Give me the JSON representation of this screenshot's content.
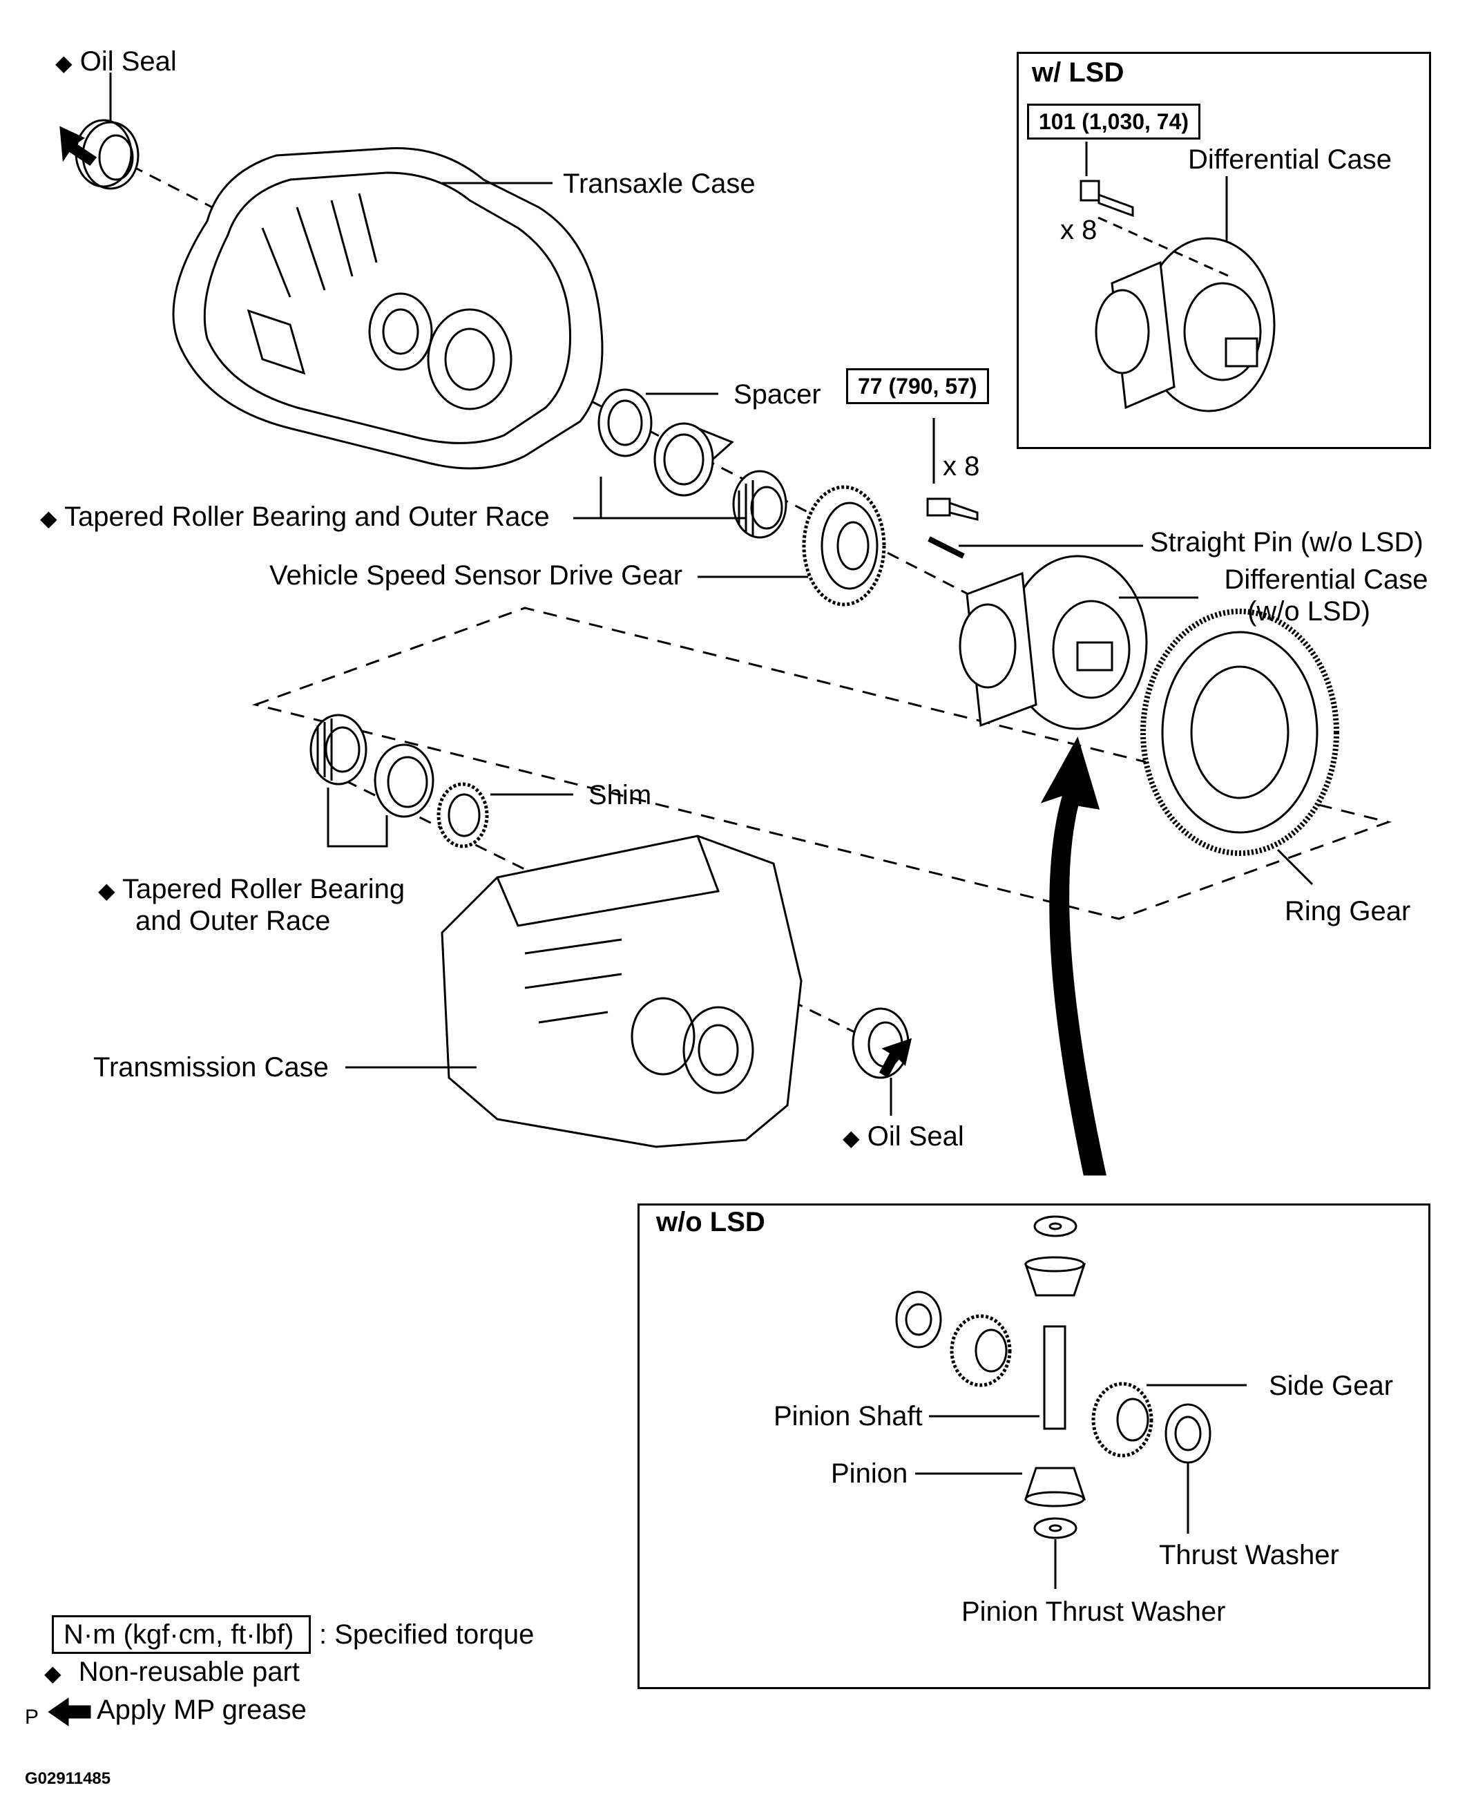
{
  "labels": {
    "oil_seal_top": "Oil Seal",
    "transaxle_case": "Transaxle Case",
    "spacer": "Spacer",
    "tapered_bearing_upper": "Tapered Roller Bearing and Outer Race",
    "vss_drive_gear": "Vehicle Speed Sensor Drive Gear",
    "straight_pin": "Straight Pin (w/o LSD)",
    "diff_case_wo_line1": "Differential Case",
    "diff_case_wo_line2": "(w/o LSD)",
    "shim": "Shim",
    "tapered_bearing_lower_line1": "Tapered Roller Bearing",
    "tapered_bearing_lower_line2": "and Outer Race",
    "ring_gear": "Ring Gear",
    "transmission_case": "Transmission Case",
    "oil_seal_bottom": "Oil Seal",
    "bolt_count_main": "x 8",
    "bolt_count_lsd": "x 8"
  },
  "torque": {
    "main": "77 (790, 57)",
    "lsd": "101 (1,030, 74)"
  },
  "lsd_box": {
    "title": "w/ LSD",
    "diff_case": "Differential Case"
  },
  "wo_lsd_box": {
    "title": "w/o LSD",
    "side_gear": "Side Gear",
    "pinion_shaft": "Pinion Shaft",
    "pinion": "Pinion",
    "thrust_washer": "Thrust Washer",
    "pinion_thrust_washer": "Pinion Thrust Washer"
  },
  "legend": {
    "torque_unit": "N·m (kgf·cm, ft·lbf)",
    "torque_desc": ": Specified torque",
    "non_reusable": "Non-reusable part",
    "mp_grease": "Apply MP grease",
    "p_mark": "P"
  },
  "figure_id": "G02911485",
  "icons": {
    "non_reusable_symbol": "diamond-icon",
    "grease_symbol": "arrow-left-icon"
  }
}
